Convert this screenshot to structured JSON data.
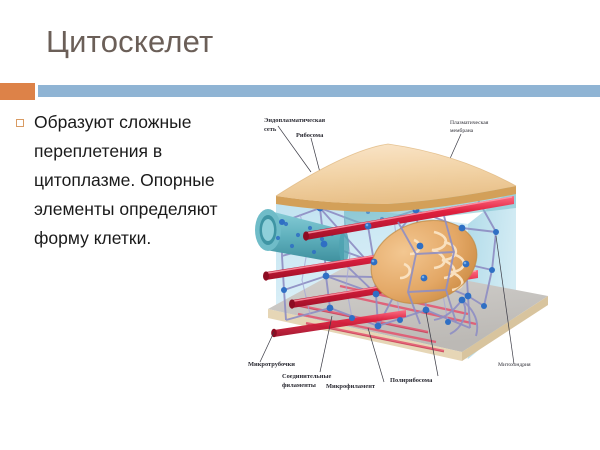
{
  "slide": {
    "title": "Цитоскелет",
    "accent_color": "#dd8248",
    "rule_color": "#8fb4d4",
    "title_color": "#6b5f58",
    "background_color": "#ffffff"
  },
  "body": {
    "bullets": [
      {
        "marker": "hollow-square",
        "text": "Образуют сложные переплетения в цитоплазме. Опорные элементы определяют форму клетки."
      }
    ]
  },
  "figure": {
    "caption_language": "ru",
    "labels": {
      "er": "Эндоплазматическая сеть",
      "ribosome": "Рибосома",
      "plasma_membrane": "Плазматическая мембрана",
      "microtubules": "Микротрубочки",
      "connecting_filaments": "Соединительные филаменты",
      "microfilament": "Микрофиламент",
      "polyribosome": "Полирибосома",
      "mitochondrion": "Митохондрия"
    },
    "colors": {
      "membrane": "#f2d3a6",
      "membrane_edge": "#d3a059",
      "cytoplasm": "#cfe8f2",
      "er_tube": "#5fb0bd",
      "microtubule": "#e0213f",
      "filament": "#8f8fc4",
      "node": "#2f6fc4",
      "mitochondrion": "#e3a765",
      "floor": "#c9c7c4"
    }
  }
}
